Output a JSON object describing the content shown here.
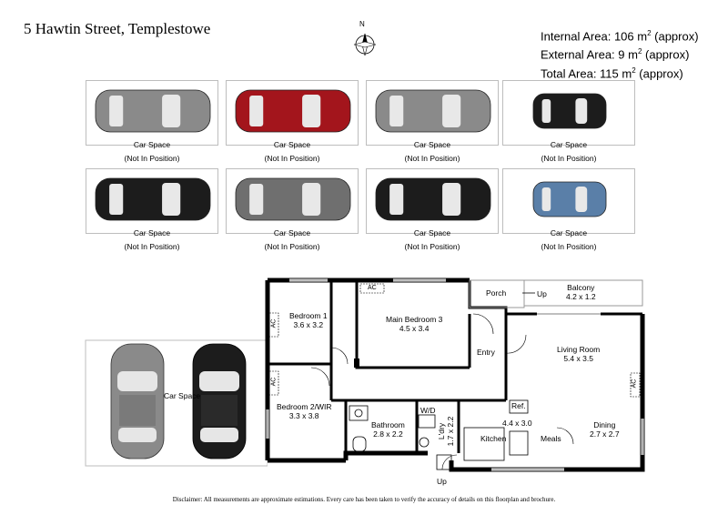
{
  "title": "5 Hawtin Street, Templestowe",
  "areas": {
    "internal_label": "Internal Area: 106 m",
    "internal_suffix": " (approx)",
    "external_label": "External Area: 9 m",
    "external_suffix": " (approx)",
    "total_label": "Total Area: 115 m",
    "total_suffix": " (approx)",
    "sup": "2"
  },
  "compass": {
    "letter": "N"
  },
  "car_spaces": [
    {
      "label": "Car Space",
      "note": "(Not In Position)",
      "color": "#8a8a8a",
      "kind": "sedan"
    },
    {
      "label": "Car Space",
      "note": "(Not In Position)",
      "color": "#a3151c",
      "kind": "sedan"
    },
    {
      "label": "Car Space",
      "note": "(Not In Position)",
      "color": "#8a8a8a",
      "kind": "sedan"
    },
    {
      "label": "Car Space",
      "note": "(Not In Position)",
      "color": "#1c1c1c",
      "kind": "mini"
    },
    {
      "label": "Car Space",
      "note": "(Not In Position)",
      "color": "#1c1c1c",
      "kind": "sedan"
    },
    {
      "label": "Car Space",
      "note": "(Not In Position)",
      "color": "#6f6f6f",
      "kind": "sedan"
    },
    {
      "label": "Car Space",
      "note": "(Not In Position)",
      "color": "#1c1c1c",
      "kind": "sedan"
    },
    {
      "label": "Car Space",
      "note": "(Not In Position)",
      "color": "#5a7fa8",
      "kind": "mini"
    }
  ],
  "plan": {
    "carport_label": "Car Space",
    "rooms": {
      "bedroom1": {
        "name": "Bedroom 1",
        "size": "3.6 x 3.2"
      },
      "main_bedroom": {
        "name": "Main Bedroom 3",
        "size": "4.5 x 3.4"
      },
      "bedroom2": {
        "name": "Bedroom 2/WIR",
        "size": "3.3 x 3.8"
      },
      "porch": {
        "name": "Porch"
      },
      "balcony": {
        "name": "Balcony",
        "size": "4.2 x 1.2"
      },
      "entry": {
        "name": "Entry"
      },
      "living": {
        "name": "Living Room",
        "size": "5.4 x 3.5"
      },
      "bathroom": {
        "name": "Bathroom",
        "size": "2.8 x 2.2"
      },
      "laundry": {
        "name": "L'dry",
        "size": "1.7 x 2.2"
      },
      "kitchen": {
        "name": "Kitchen"
      },
      "meals": {
        "name": "Meals"
      },
      "kitchen_meals_size": "4.4 x 3.0",
      "dining": {
        "name": "Dining",
        "size": "2.7 x 2.7"
      }
    },
    "ac": "AC",
    "up": "Up",
    "wd": "W/D",
    "ref": "Ref."
  },
  "disclaimer": "Disclaimer: All measurements are approximate estimations. Every care has been taken to verify the accuracy of details on this floorplan and brochure."
}
